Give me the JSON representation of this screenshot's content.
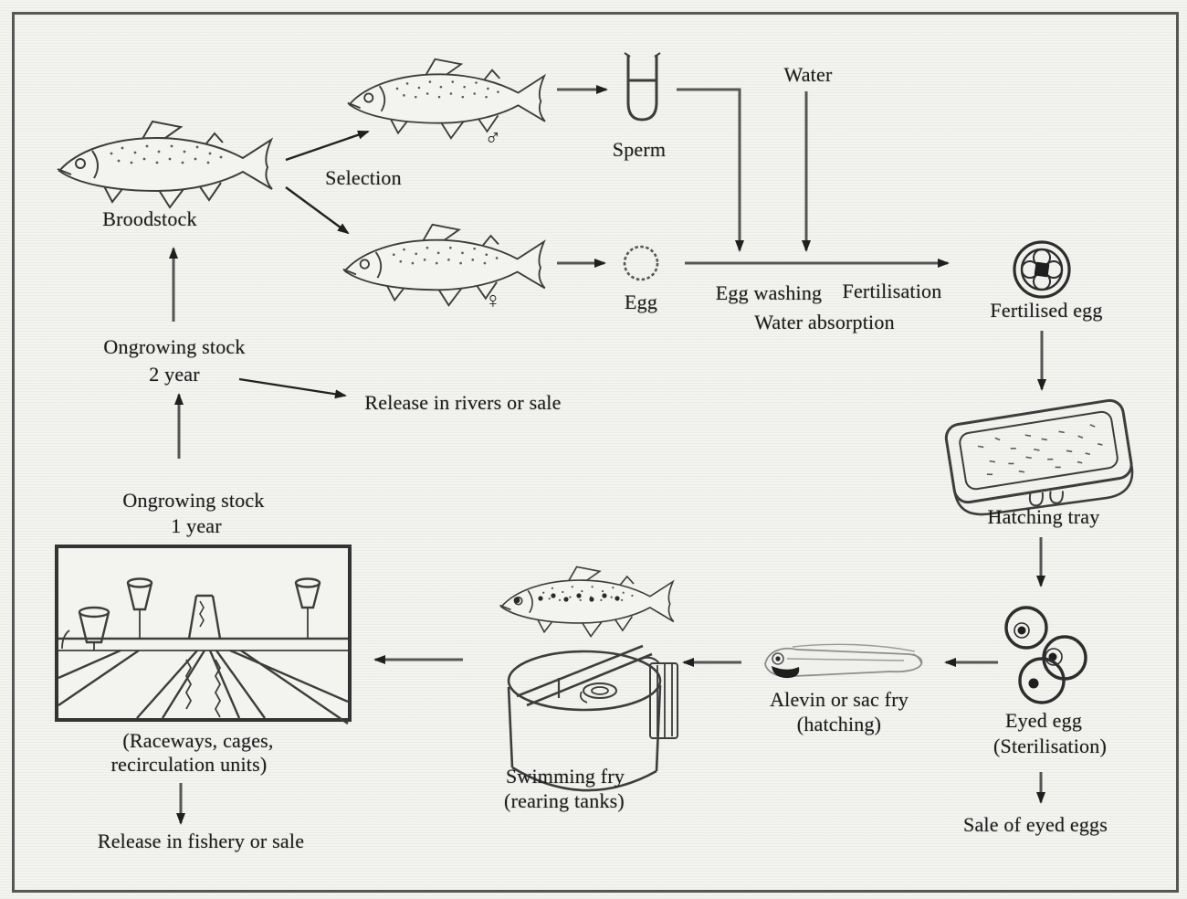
{
  "nodes": {
    "broodstock": {
      "label": "Broodstock"
    },
    "selection": {
      "label": "Selection"
    },
    "male_fish": {
      "symbol": "♂"
    },
    "female_fish": {
      "symbol": "♀"
    },
    "sperm": {
      "label": "Sperm"
    },
    "egg": {
      "label": "Egg"
    },
    "water": {
      "label": "Water"
    },
    "process": {
      "egg_washing": "Egg washing",
      "fertilisation": "Fertilisation",
      "water_absorption": "Water absorption"
    },
    "fertilised_egg": {
      "label": "Fertilised egg"
    },
    "hatching_tray": {
      "label": "Hatching tray"
    },
    "eyed_egg": {
      "line1": "Eyed egg",
      "line2": "(Sterilisation)"
    },
    "sale_eyed_eggs": {
      "label": "Sale of eyed eggs"
    },
    "alevin": {
      "line1": "Alevin or sac fry",
      "line2": "(hatching)"
    },
    "swimming_fry": {
      "line1": "Swimming fry",
      "line2": "(rearing tanks)"
    },
    "raceways": {
      "line1": "(Raceways, cages,",
      "line2": "recirculation units)"
    },
    "release_fishery": {
      "label": "Release in fishery or sale"
    },
    "ongrowing_1": {
      "line1": "Ongrowing stock",
      "line2": "1 year"
    },
    "ongrowing_2": {
      "line1": "Ongrowing stock",
      "line2": "2 year"
    },
    "release_rivers": {
      "label": "Release in rivers or sale"
    }
  },
  "colors": {
    "ink": "#1c1c1c",
    "flow_line": "#555555",
    "sketch_line": "#3d3d3d",
    "background": "#f3f3f0",
    "border": "#565656"
  }
}
